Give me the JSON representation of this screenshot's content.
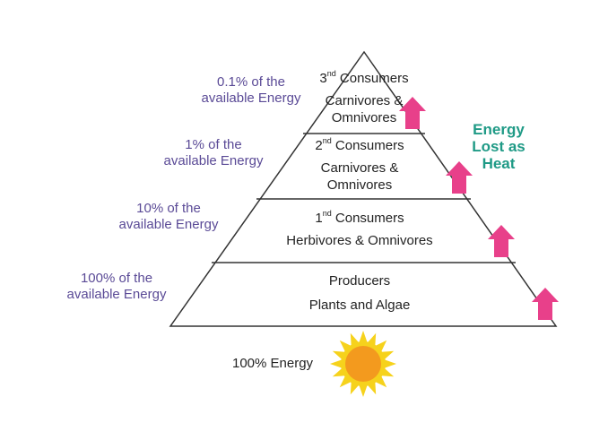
{
  "diagram": {
    "colors": {
      "outline": "#333333",
      "energy_text": "#5a4a96",
      "heat_text": "#1f9a86",
      "arrow": "#e8408a",
      "sun_core": "#f39a1e",
      "sun_rays": "#f6d21c"
    },
    "energy_labels": [
      {
        "line1": "0.1% of the",
        "line2": "available Energy"
      },
      {
        "line1": "1% of the",
        "line2": "available Energy"
      },
      {
        "line1": "10% of the",
        "line2": "available Energy"
      },
      {
        "line1": "100% of the",
        "line2": "available Energy"
      }
    ],
    "tiers": {
      "third": {
        "num": "3",
        "sup": "nd",
        "title": "Consumers",
        "line2": "Carnivores &",
        "line3": "Omnivores"
      },
      "second": {
        "num": "2",
        "sup": "nd",
        "title": "Consumers",
        "line2": "Carnivores &",
        "line3": "Omnivores"
      },
      "first": {
        "num": "1",
        "sup": "nd",
        "title": "Consumers",
        "line2": "Herbivores & Omnivores"
      },
      "producers": {
        "title": "Producers",
        "line2": "Plants and Algae"
      }
    },
    "heat_label": {
      "line1": "Energy",
      "line2": "Lost as",
      "line3": "Heat"
    },
    "arrow_icon": "arrow-up-icon",
    "sun_icon": "sun-icon",
    "sun_label": "100% Energy"
  }
}
